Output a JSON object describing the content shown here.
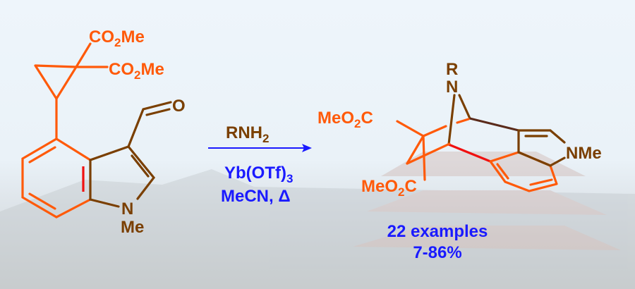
{
  "starting_material": {
    "ester_top": {
      "main": "CO",
      "sub": "2",
      "tail": "Me"
    },
    "ester_right": {
      "main": "CO",
      "sub": "2",
      "tail": "Me"
    },
    "aldehyde_o": "O",
    "indole_n": "N",
    "n_methyl": "Me"
  },
  "conditions": {
    "reagent": {
      "main": "RNH",
      "sub": "2"
    },
    "catalyst": {
      "main": "Yb(OTf)",
      "sub": "3"
    },
    "solvent": "MeCN, Δ"
  },
  "product": {
    "bridge_r": "R",
    "bridge_n": "N",
    "ester_top": {
      "main": "MeO",
      "sub": "2",
      "tail": "C"
    },
    "ester_bottom": {
      "main": "MeO",
      "sub": "2",
      "tail": "C"
    },
    "indole_nme": "NMe"
  },
  "results": {
    "scope": "22 examples",
    "yield": "7-86%"
  },
  "colors": {
    "orange": "#ff5a0a",
    "brown": "#7a3f00",
    "blue": "#1a1aff",
    "red": "#f01010"
  }
}
